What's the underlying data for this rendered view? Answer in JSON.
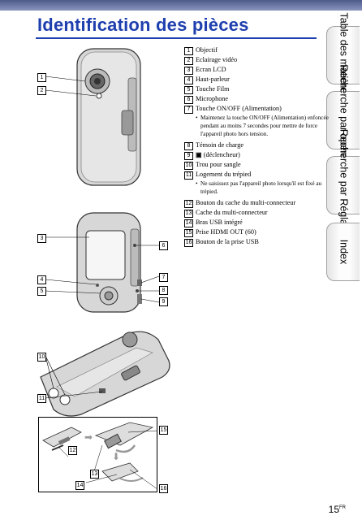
{
  "title": "Identification des pièces",
  "tabs": [
    {
      "label": "Table des matières"
    },
    {
      "label": "Recherche par opération"
    },
    {
      "label": "Recherche par Réglages"
    },
    {
      "label": "Index"
    }
  ],
  "parts": [
    {
      "num": "1",
      "label": "Objectif"
    },
    {
      "num": "2",
      "label": "Eclairage vidéo"
    },
    {
      "num": "3",
      "label": "Ecran LCD"
    },
    {
      "num": "4",
      "label": "Haut-parleur"
    },
    {
      "num": "5",
      "label": "Touche Film"
    },
    {
      "num": "6",
      "label": "Microphone"
    },
    {
      "num": "7",
      "label": "Touche ON/OFF (Alimentation)",
      "note": "Maintenez la touche ON/OFF (Alimentation) enfoncée pendant au moins 7 secondes pour mettre de force l'appareil photo hors tension."
    },
    {
      "num": "8",
      "label": "Témoin de charge"
    },
    {
      "num": "9",
      "label": "(déclencheur)"
    },
    {
      "num": "10",
      "label": "Trou pour sangle"
    },
    {
      "num": "11",
      "label": "Logement du trépied",
      "note": "Ne saisissez pas l'appareil photo lorsqu'il est fixé au trépied."
    },
    {
      "num": "12",
      "label": "Bouton du cache du multi-connecteur"
    },
    {
      "num": "13",
      "label": "Cache du multi-connecteur"
    },
    {
      "num": "14",
      "label": "Bras USB intégré"
    },
    {
      "num": "15",
      "label": "Prise HDMI OUT (60)"
    },
    {
      "num": "16",
      "label": "Bouton de la prise USB"
    }
  ],
  "callouts": [
    "1",
    "2",
    "3",
    "4",
    "5",
    "6",
    "7",
    "8",
    "9",
    "10",
    "11",
    "12",
    "13",
    "14",
    "15",
    "16"
  ],
  "page": {
    "number": "15",
    "suffix": "FR"
  }
}
